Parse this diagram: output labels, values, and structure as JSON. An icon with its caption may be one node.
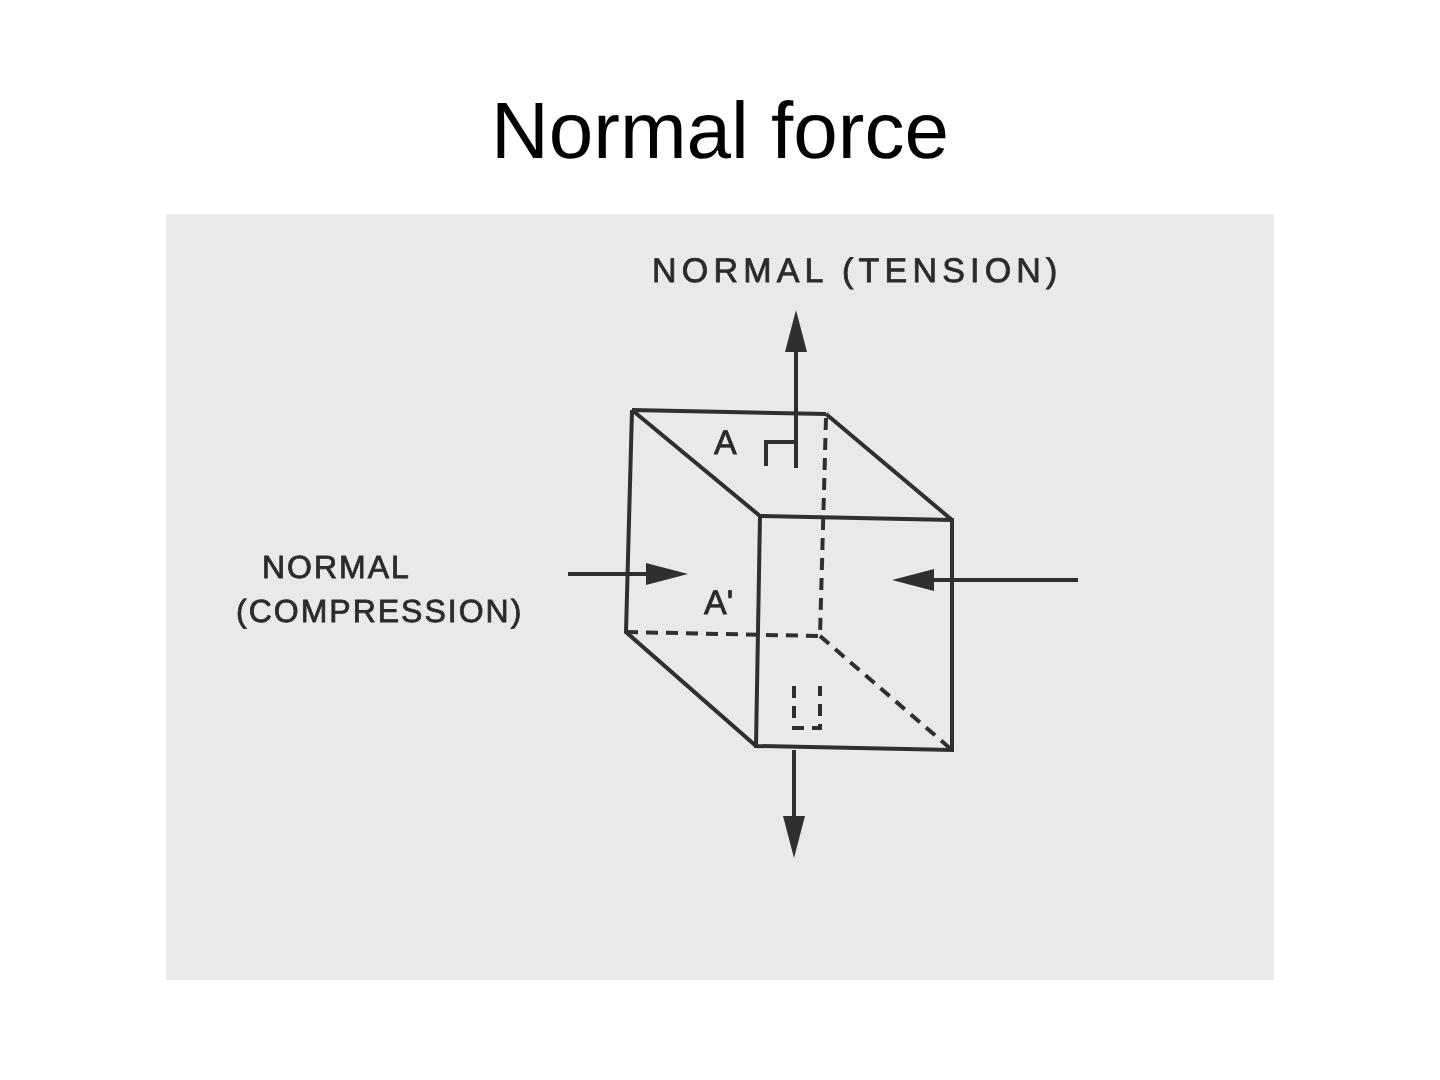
{
  "diagram": {
    "title": "Normal force",
    "labels": [
      "NORMAL (TENSION)",
      "A",
      "NORMAL (COMPRESSION)",
      "A'"
    ]
  }
}
